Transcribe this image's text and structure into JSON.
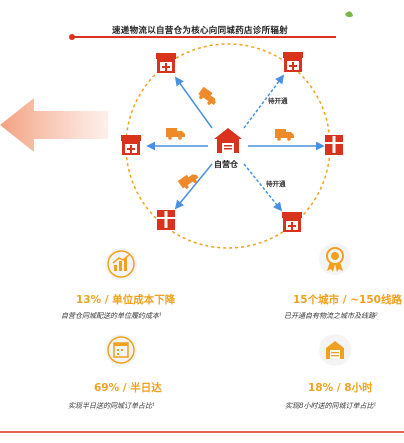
{
  "title": "速递物流以自营仓为核心向同城药店诊所辐射",
  "hub_label": "自营仓",
  "route_labels": [
    "待开通",
    "待开通"
  ],
  "stats": [
    {
      "value": "13% / 单位成本下降",
      "caption": "自营仓同城配送的单位履约成本¹",
      "icon": "cost-chart-icon"
    },
    {
      "value": "15个城市 / ~150线路",
      "caption": "已开通自有物流之城市及线路²",
      "icon": "award-medal-icon"
    },
    {
      "value": "69% / 半日达",
      "caption": "实现半日送的同城订单占比¹",
      "icon": "calendar-icon"
    },
    {
      "value": "18% / 8小时",
      "caption": "实现8小时送的同城订单占比¹",
      "icon": "warehouse-icon"
    }
  ],
  "colors": {
    "accent_red": "#d9331e",
    "orange": "#ef8a2a",
    "gold": "#f0a11f",
    "blue": "#4a90e2",
    "green": "#7ab648"
  }
}
